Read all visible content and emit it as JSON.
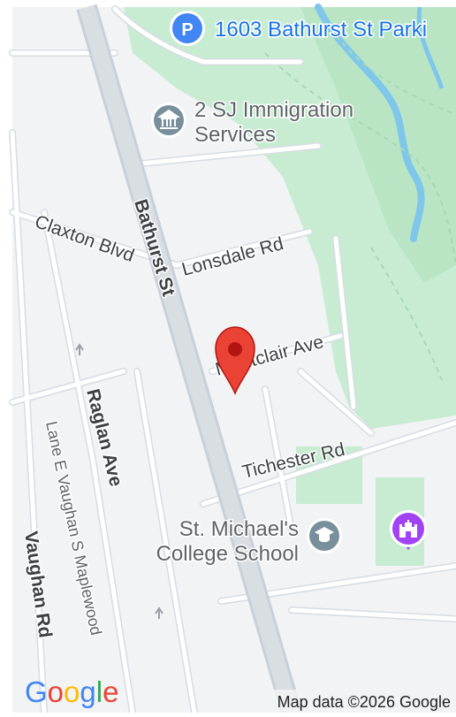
{
  "map": {
    "streets": {
      "bathurst": "Bathurst St",
      "claxton": "Claxton Blvd",
      "lonsdale": "Lonsdale Rd",
      "montclair": "Montclair Ave",
      "tichester": "Tichester Rd",
      "raglan": "Raglan Ave",
      "lane_e_vaughan": "Lane E Vaughan S Maplewood",
      "vaughan": "Vaughan Rd"
    },
    "pois": {
      "parking": {
        "label": "1603 Bathurst St Parki",
        "icon": "parking-icon",
        "color": "#4285f4"
      },
      "immigration": {
        "label_line1": "2 SJ Immigration",
        "label_line2": "Services",
        "icon": "government-building-icon",
        "color": "#78909c"
      },
      "school": {
        "label_line1": "St. Michael's",
        "label_line2": "College School",
        "icon": "graduation-cap-icon",
        "color": "#78909c"
      },
      "attraction": {
        "icon": "castle-icon",
        "color": "#a142f4"
      }
    },
    "marker": {
      "icon": "location-pin-icon",
      "color": "#ea4335"
    },
    "logo": "Google",
    "attribution": "Map data ©2026 Google"
  }
}
